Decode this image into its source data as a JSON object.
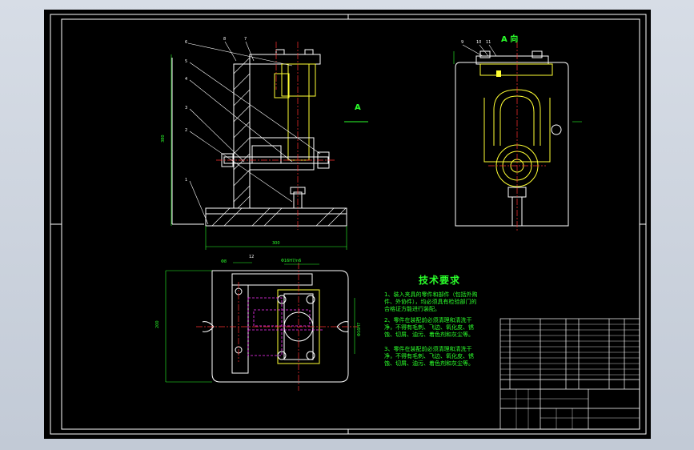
{
  "drawing": {
    "background": "#000000",
    "frame_color": "#ffffff",
    "dim_color": "#2bff2b",
    "part_color": "#ffffff",
    "center_color": "#ff3030",
    "hidden_color": "#ff33ff",
    "accent_color": "#ffff33",
    "section_label": "A",
    "view_label": "A  向",
    "tech_title": "技术要求",
    "tech_notes": [
      "1、装入夹具的零件和部件（包括外购件、外协件），均必须具有检验部门的合格证方能进行装配。",
      "2、零件在装配前必须清理和清洗干净，不得有毛刺、飞边、氧化皮、锈蚀、切屑、油污、着色剂和灰尘等。",
      "3、零件在装配前必须清理和清洗干净，不得有毛刺、飞边、氧化皮、锈蚀、切屑、油污、着色剂和灰尘等。"
    ],
    "front_view_balloons": [
      "4",
      "3",
      "2",
      "1"
    ],
    "side_view_balloons": [
      "9",
      "10",
      "11"
    ],
    "plan_view_label": "12"
  }
}
